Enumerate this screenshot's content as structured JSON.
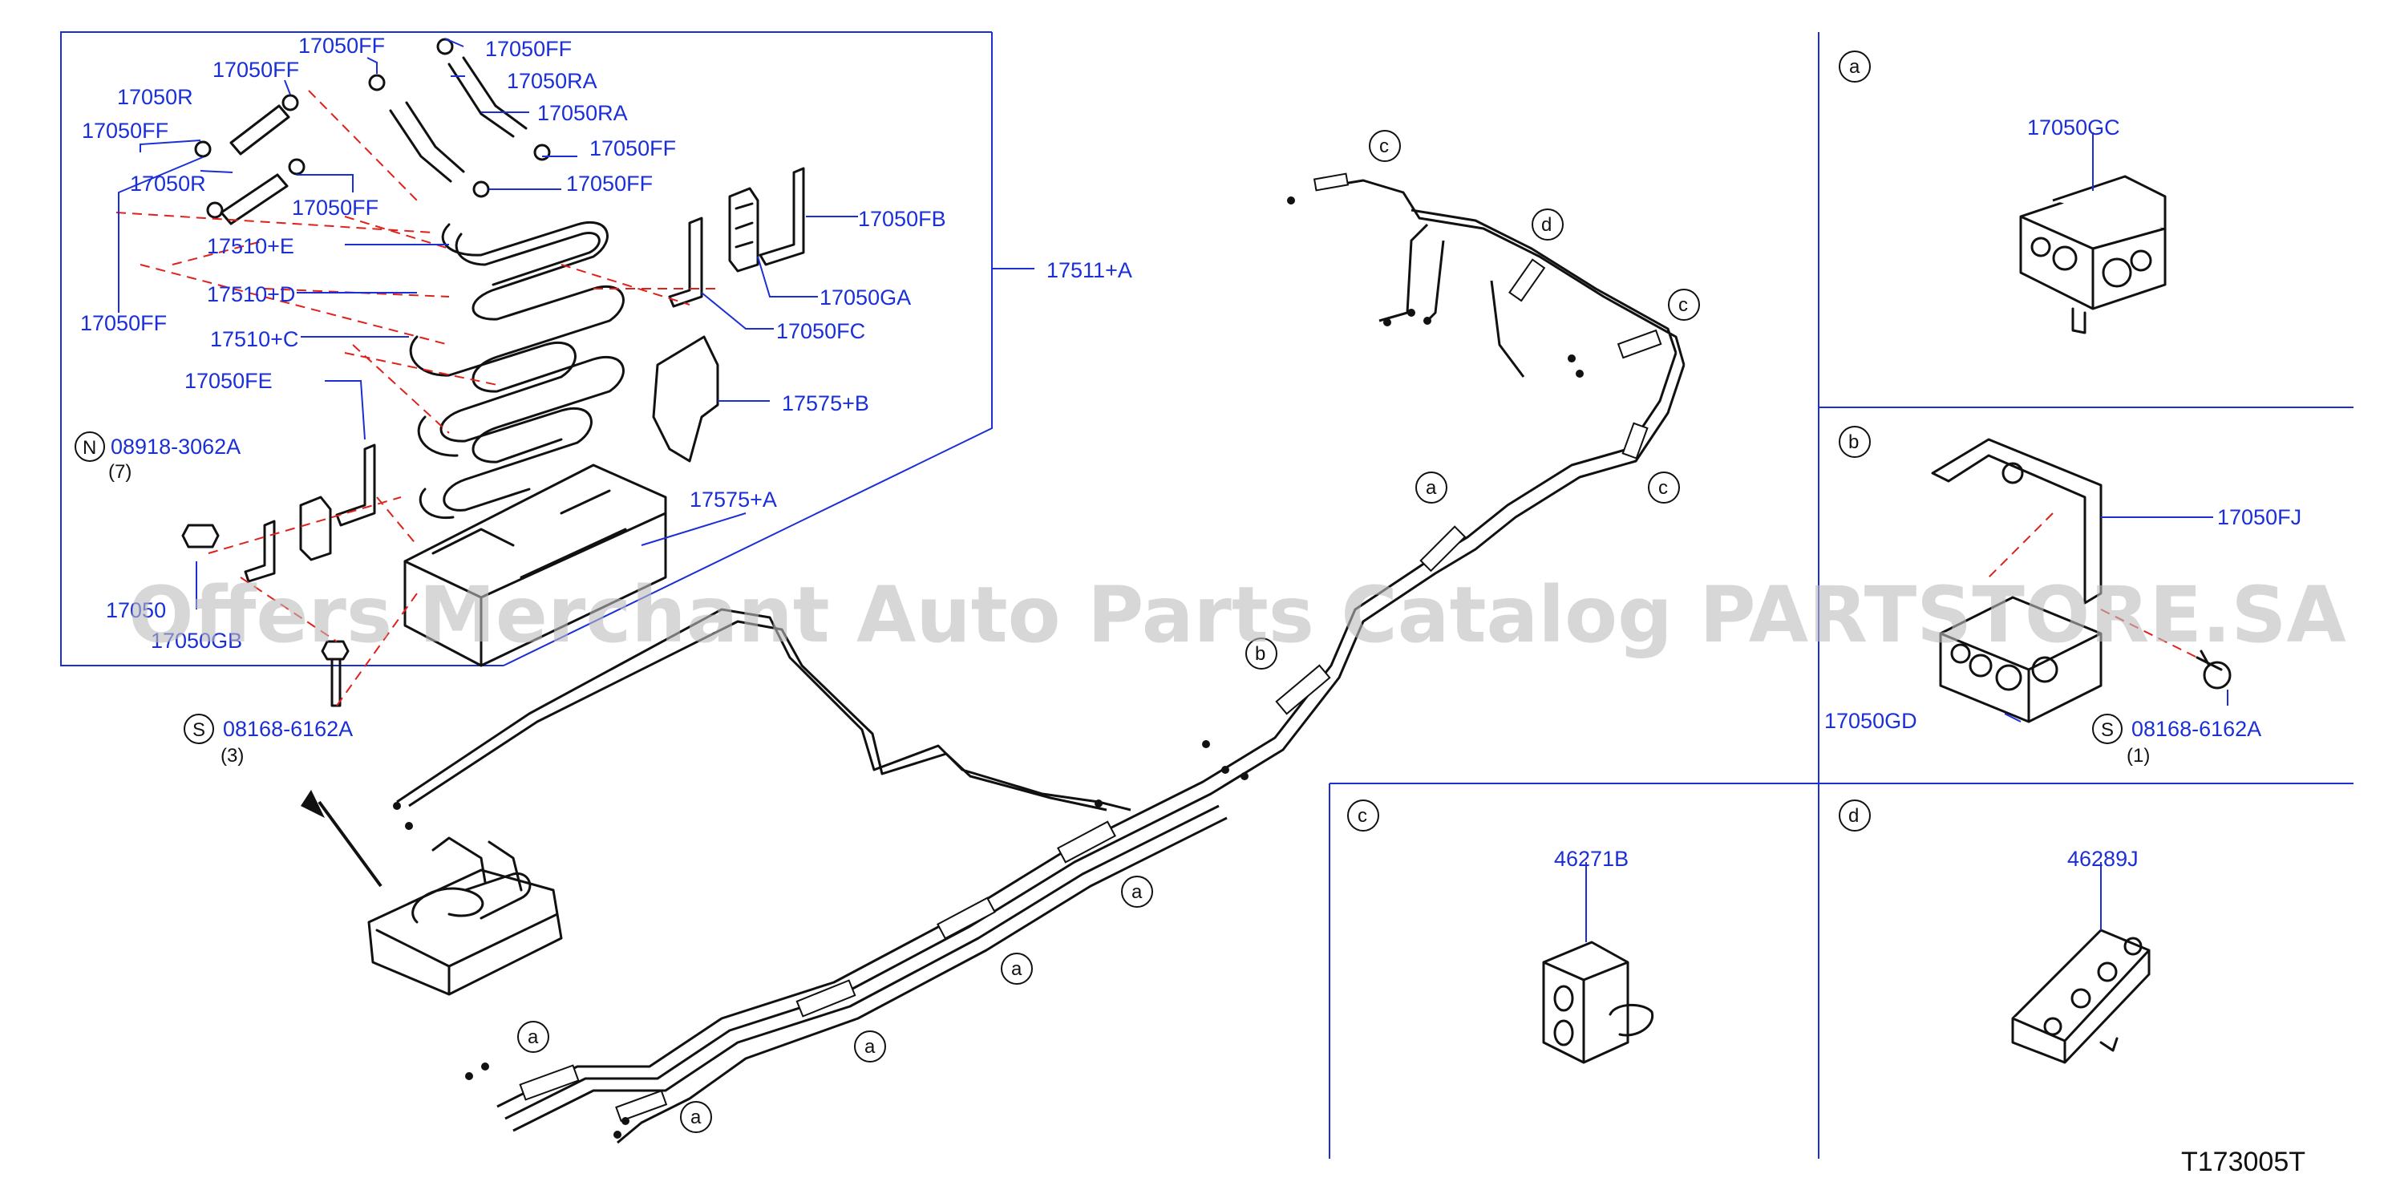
{
  "parts": {
    "p17050FF_1": "17050FF",
    "p17050FF_2": "17050FF",
    "p17050FF_3": "17050FF",
    "p17050FF_4": "17050FF",
    "p17050FF_5": "17050FF",
    "p17050FF_6": "17050FF",
    "p17050FF_7": "17050FF",
    "p17050RA_1": "17050RA",
    "p17050RA_2": "17050RA",
    "p17050R_1": "17050R",
    "p17050R_2": "17050R",
    "p17050FB": "17050FB",
    "p17050GA": "17050GA",
    "p17050FC": "17050FC",
    "p17511A": "17511+A",
    "p17510E": "17510+E",
    "p17510D": "17510+D",
    "p17510C": "17510+C",
    "p17050FE": "17050FE",
    "p17575B": "17575+B",
    "p17575A": "17575+A",
    "p08918": "08918-3062A",
    "q08918": "(7)",
    "p17050GB_partial": "17050",
    "p17050GB_2": "17050GB",
    "p08168_left": "08168-6162A",
    "q08168_left": "(3)",
    "p17050GC": "17050GC",
    "p17050FJ": "17050FJ",
    "p17050GD": "17050GD",
    "p08168_right": "08168-6162A",
    "q08168_right": "(1)",
    "p46271B": "46271B",
    "p46289J": "46289J"
  },
  "tags": {
    "n": "N",
    "s": "S"
  },
  "refs": {
    "a": "a",
    "b": "b",
    "c": "c",
    "d": "d"
  },
  "diagram_code": "T173005T",
  "watermark": "Offers Merchant Auto Parts Catalog PARTSTORE.SA",
  "colors": {
    "part_label": "#1a2fd6",
    "dashed_leader": "#e0201a",
    "line_art": "#111111"
  }
}
